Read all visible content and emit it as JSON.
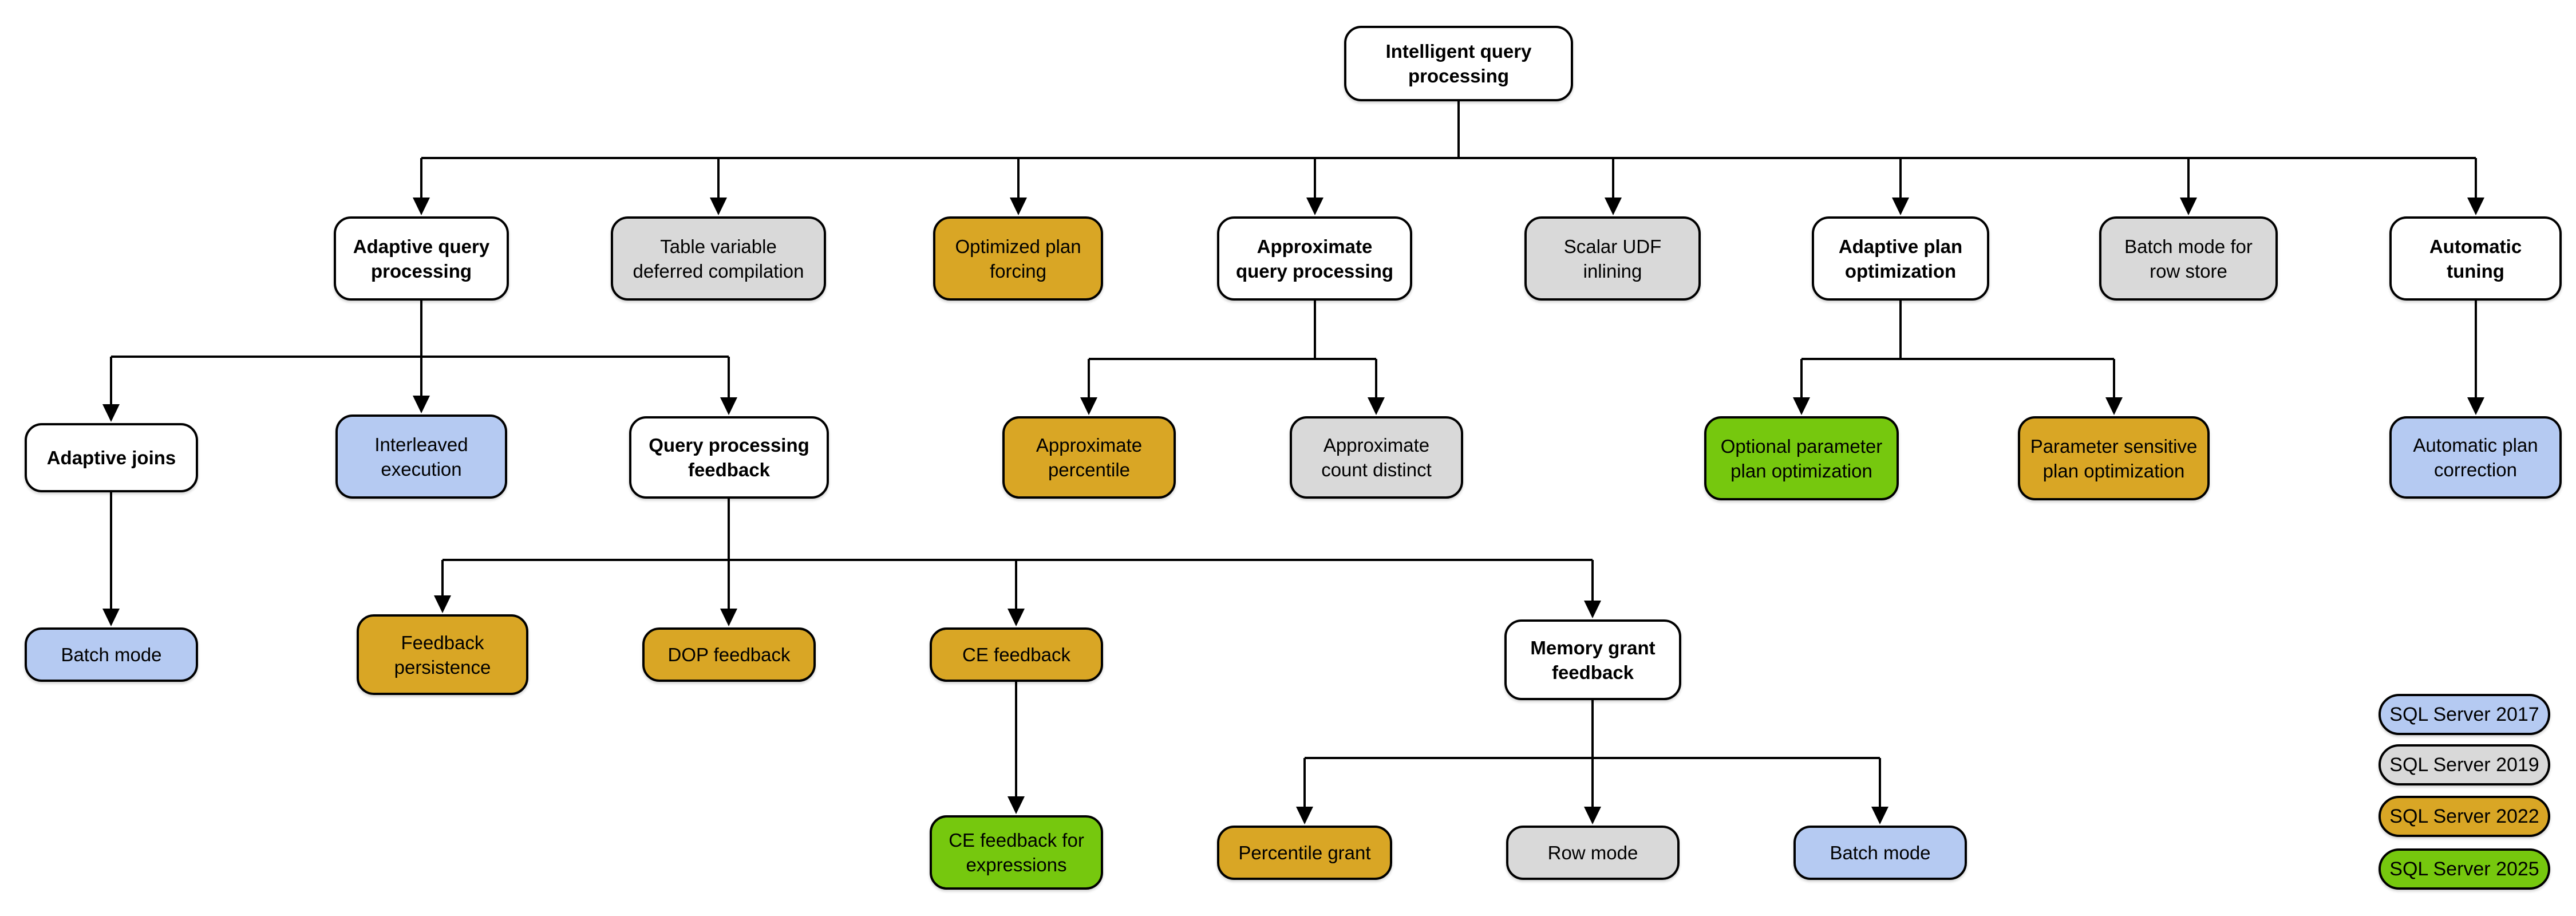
{
  "palette": {
    "white": "#ffffff",
    "blue": "#b5caf2",
    "gray": "#d9d9d9",
    "gold": "#d9a625",
    "green": "#76c80e",
    "border": "#000000",
    "text": "#000000",
    "background": "#ffffff"
  },
  "nodes": {
    "root": {
      "label": "Intelligent query\nprocessing"
    },
    "adaptive-query-processing": {
      "label": "Adaptive query\nprocessing"
    },
    "table-variable-deferred-compilation": {
      "label": "Table variable\ndeferred compilation",
      "version": "SQL Server 2019"
    },
    "optimized-plan-forcing": {
      "label": "Optimized plan\nforcing",
      "version": "SQL Server 2022"
    },
    "approximate-query-processing": {
      "label": "Approximate\nquery processing"
    },
    "scalar-udf-inlining": {
      "label": "Scalar UDF\ninlining",
      "version": "SQL Server 2019"
    },
    "adaptive-plan-optimization": {
      "label": "Adaptive plan\noptimization"
    },
    "batch-mode-for-row-store": {
      "label": "Batch mode for\nrow store",
      "version": "SQL Server 2019"
    },
    "automatic-tuning": {
      "label": "Automatic\ntuning"
    },
    "adaptive-joins": {
      "label": "Adaptive joins"
    },
    "interleaved-execution": {
      "label": "Interleaved\nexecution",
      "version": "SQL Server 2017"
    },
    "query-processing-feedback": {
      "label": "Query processing\nfeedback"
    },
    "approximate-percentile": {
      "label": "Approximate\npercentile",
      "version": "SQL Server 2022"
    },
    "approximate-count-distinct": {
      "label": "Approximate\ncount distinct",
      "version": "SQL Server 2019"
    },
    "optional-parameter-plan-optimization": {
      "label": "Optional parameter\nplan optimization",
      "version": "SQL Server 2025"
    },
    "parameter-sensitive-plan-optimization": {
      "label": "Parameter sensitive\nplan optimization",
      "version": "SQL Server 2022"
    },
    "automatic-plan-correction": {
      "label": "Automatic plan\ncorrection",
      "version": "SQL Server 2017"
    },
    "batch-mode-adaptive-joins": {
      "label": "Batch mode",
      "version": "SQL Server 2017"
    },
    "feedback-persistence": {
      "label": "Feedback\npersistence",
      "version": "SQL Server 2022"
    },
    "dop-feedback": {
      "label": "DOP feedback",
      "version": "SQL Server 2022"
    },
    "ce-feedback": {
      "label": "CE feedback",
      "version": "SQL Server 2022"
    },
    "memory-grant-feedback": {
      "label": "Memory grant\nfeedback"
    },
    "ce-feedback-for-expressions": {
      "label": "CE feedback for\nexpressions",
      "version": "SQL Server 2025"
    },
    "percentile-grant": {
      "label": "Percentile grant",
      "version": "SQL Server 2022"
    },
    "row-mode": {
      "label": "Row mode",
      "version": "SQL Server 2019"
    },
    "batch-mode-memory-grant": {
      "label": "Batch mode",
      "version": "SQL Server 2017"
    }
  },
  "legend": {
    "items": [
      {
        "label": "SQL Server 2017",
        "color_key": "blue"
      },
      {
        "label": "SQL Server 2019",
        "color_key": "gray"
      },
      {
        "label": "SQL Server 2022",
        "color_key": "gold"
      },
      {
        "label": "SQL Server 2025",
        "color_key": "green"
      }
    ]
  }
}
